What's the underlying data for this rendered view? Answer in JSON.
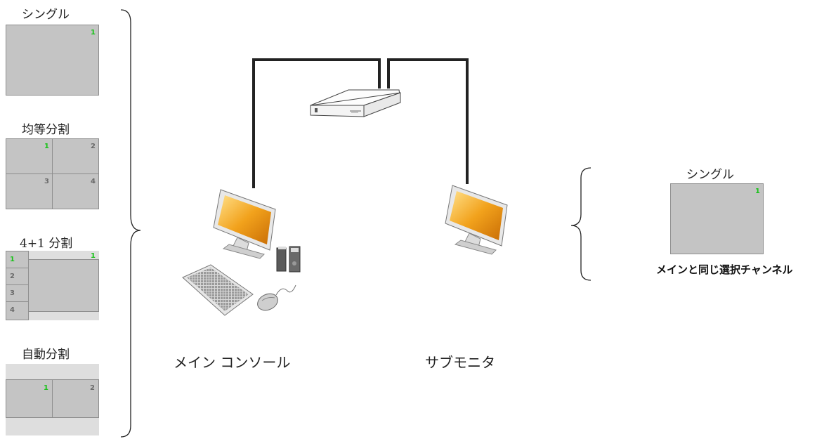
{
  "left_layouts": {
    "single": {
      "title": "シングル",
      "cells": [
        "1"
      ]
    },
    "equal_split": {
      "title": "均等分割",
      "cells": [
        "1",
        "2",
        "3",
        "4"
      ]
    },
    "split_4_1": {
      "title": "4+1 分割",
      "cells": [
        "1",
        "2",
        "3",
        "4",
        "1"
      ]
    },
    "auto_split": {
      "title": "自動分割",
      "cells": [
        "1",
        "2"
      ]
    }
  },
  "main_console": {
    "caption": "メイン コンソール"
  },
  "sub_monitor": {
    "caption": "サブモニタ"
  },
  "right_layout": {
    "title": "シングル",
    "cells": [
      "1"
    ],
    "note": "メインと同じ選択チャンネル"
  },
  "colors": {
    "active_channel": "#19c219",
    "inactive_channel": "#6a6a6a",
    "panel": "#c4c4c4",
    "cable": "#222222"
  },
  "icons": [
    "kvm-switch-icon",
    "lcd-monitor-icon",
    "keyboard-icon",
    "mouse-icon",
    "speakers-icon"
  ]
}
